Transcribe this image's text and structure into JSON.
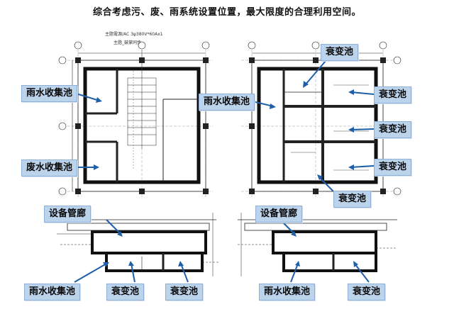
{
  "heading": "综合考虑污、废、雨系统设置位置，最大限度的合理利用空间。",
  "left_plan": {
    "note_line1": "主脂電源/AC 3ψ380V*60Ax1",
    "note_line2": "主脂_鼓掌同步",
    "labels": {
      "rain": "雨水收集池",
      "waste": "废水收集池"
    }
  },
  "right_plan": {
    "labels": {
      "rain": "雨水收集池",
      "decay_top": "衰变池",
      "decay_r1": "衰变池",
      "decay_r2": "衰变池",
      "decay_r3": "衰变池",
      "decay_bottom": "衰变池"
    }
  },
  "left_section": {
    "labels": {
      "corridor": "设备管廊",
      "rain": "雨水收集池",
      "decay_a": "衰变池",
      "decay_b": "衰变池"
    }
  },
  "right_section": {
    "labels": {
      "corridor": "设备管廊",
      "rain": "雨水收集池",
      "decay": "衰变池"
    }
  }
}
